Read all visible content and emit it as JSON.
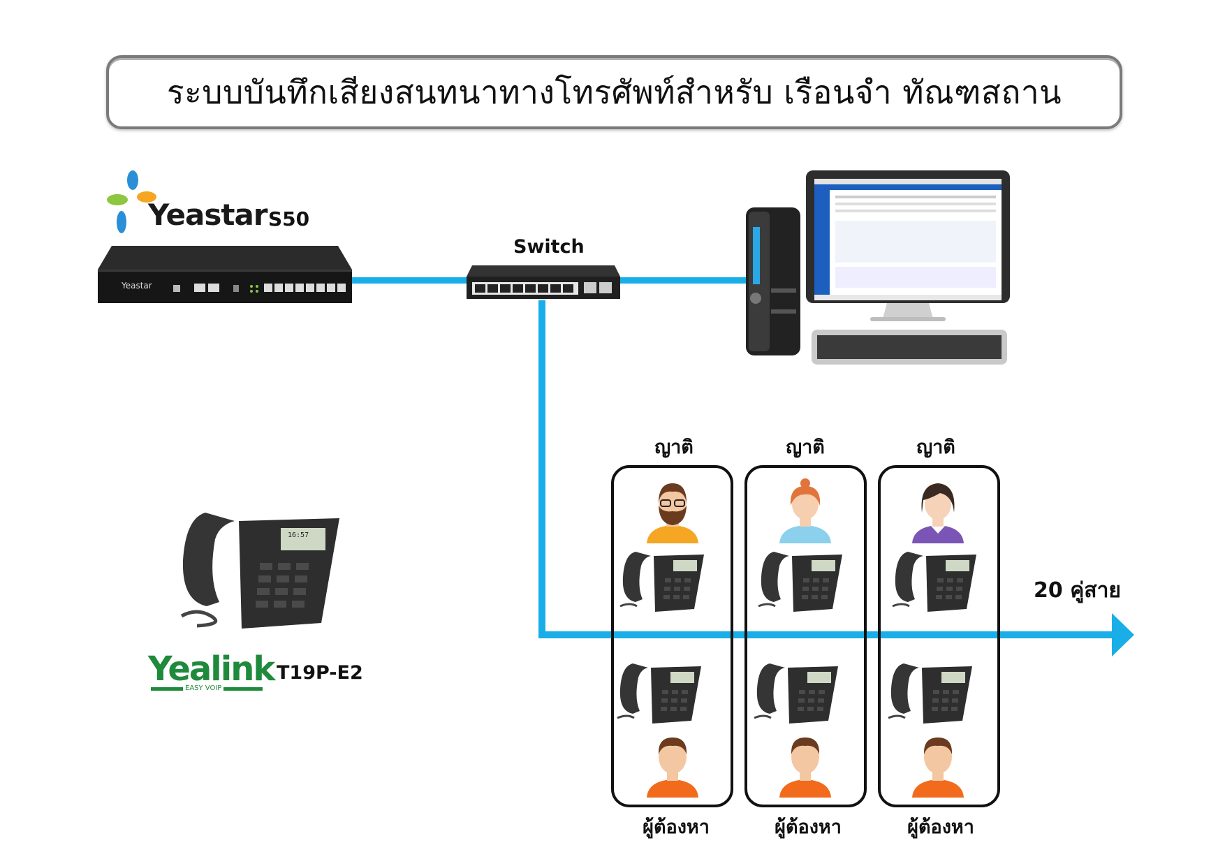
{
  "title": "ระบบบันทึกเสียงสนทนาทางโทรศัพท์สำหรับ เรือนจำ ทัณฑสถาน",
  "pbx": {
    "brand": "Yeastar",
    "model": "S50",
    "front_logo": "Yeastar"
  },
  "switch": {
    "label": "Switch"
  },
  "phone": {
    "brand": "Yealink",
    "tagline": "EASY VOIP",
    "model": "T19P-E2",
    "screen_time": "16:57"
  },
  "groups": [
    {
      "top_label": "ญาติ",
      "bottom_label": "ผู้ต้องหา",
      "relative_avatar": "bearded-man-icon"
    },
    {
      "top_label": "ญาติ",
      "bottom_label": "ผู้ต้องหา",
      "relative_avatar": "woman-icon"
    },
    {
      "top_label": "ญาติ",
      "bottom_label": "ผู้ต้องหา",
      "relative_avatar": "girl-icon"
    }
  ],
  "lines_label": "20 คู่สาย",
  "colors": {
    "connector": "#19aee8",
    "title_border": "#7a7a7a",
    "inmate_shirt": "#f26a1b"
  }
}
